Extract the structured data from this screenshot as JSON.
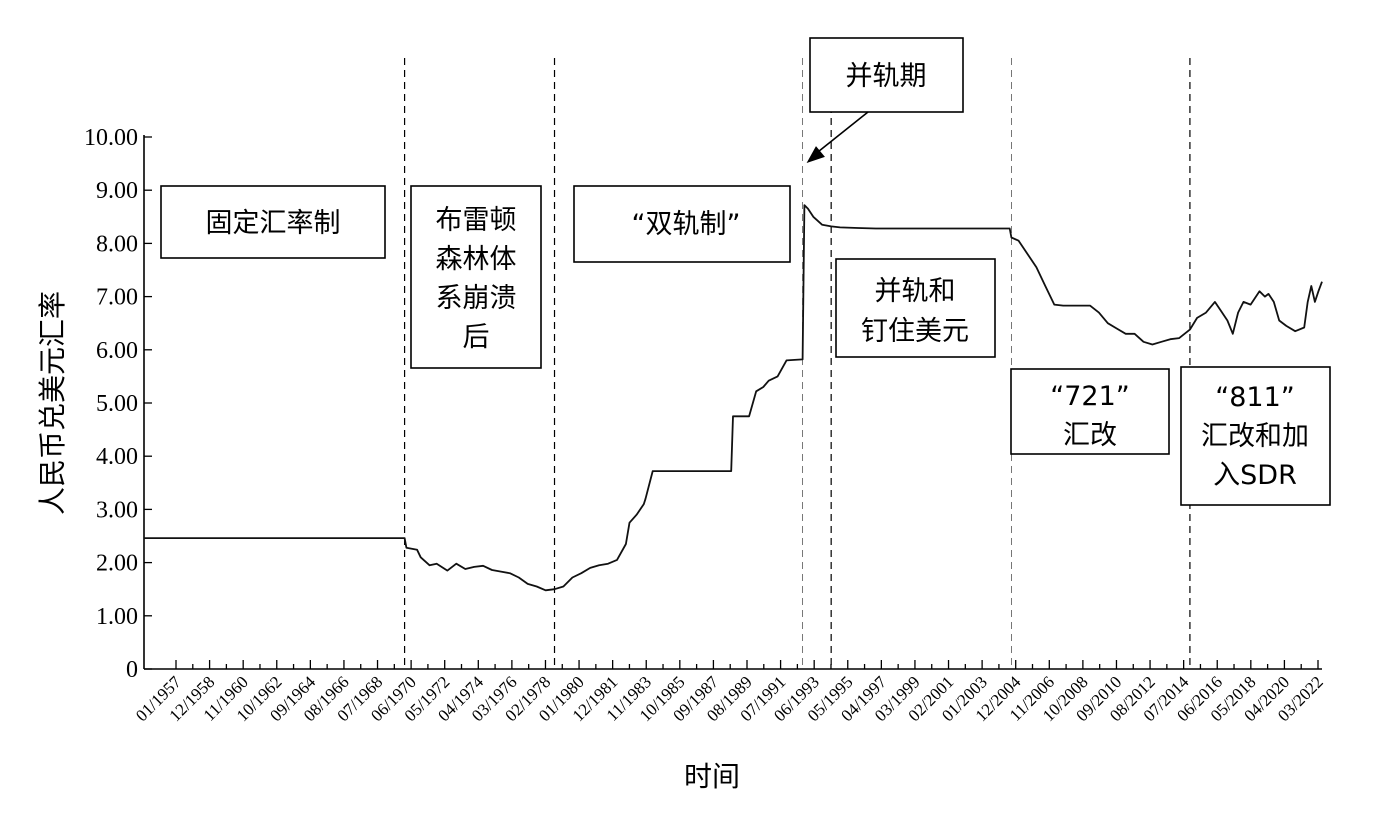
{
  "chart_data": {
    "type": "line",
    "title": "",
    "xlabel": "时间",
    "ylabel": "人民币兑美元汇率",
    "ylim": [
      0,
      10
    ],
    "xlim": [
      1957.0,
      2023.0
    ],
    "grid": false,
    "yticks": [
      {
        "value": 0,
        "label": "0"
      },
      {
        "value": 1,
        "label": "1.00"
      },
      {
        "value": 2,
        "label": "2.00"
      },
      {
        "value": 3,
        "label": "3.00"
      },
      {
        "value": 4,
        "label": "4.00"
      },
      {
        "value": 5,
        "label": "5.00"
      },
      {
        "value": 6,
        "label": "6.00"
      },
      {
        "value": 7,
        "label": "7.00"
      },
      {
        "value": 8,
        "label": "8.00"
      },
      {
        "value": 9,
        "label": "9.00"
      },
      {
        "value": 10,
        "label": "10.00"
      }
    ],
    "xticks": [
      "01/1957",
      "12/1958",
      "11/1960",
      "10/1962",
      "09/1964",
      "08/1966",
      "07/1968",
      "06/1970",
      "05/1972",
      "04/1974",
      "03/1976",
      "02/1978",
      "01/1980",
      "12/1981",
      "11/1983",
      "10/1985",
      "09/1987",
      "08/1989",
      "07/1991",
      "06/1993",
      "05/1995",
      "04/1997",
      "03/1999",
      "02/2001",
      "01/2003",
      "12/2004",
      "11/2006",
      "10/2008",
      "09/2010",
      "08/2012",
      "07/2014",
      "06/2016",
      "05/2018",
      "04/2020",
      "03/2022"
    ],
    "series": [
      {
        "x": [
          1957.0,
          1971.6,
          1971.7,
          1972.3,
          1972.5,
          1973.0,
          1973.4,
          1974.0,
          1974.5,
          1975.0,
          1975.5,
          1976.0,
          1976.5,
          1977.0,
          1977.5,
          1978.0,
          1978.5,
          1979.0,
          1979.5,
          1980.0,
          1980.5,
          1981.0,
          1981.5,
          1982.0,
          1982.5,
          1983.0,
          1983.5,
          1984.0,
          1984.2,
          1984.6,
          1985.0,
          1985.1,
          1985.5,
          1986.5,
          1987.0,
          1988.0,
          1989.0,
          1989.9,
          1990.0,
          1990.3,
          1990.6,
          1990.9,
          1991.3,
          1991.7,
          1992.0,
          1992.5,
          1993.0,
          1993.9,
          1994.0,
          1994.2,
          1994.5,
          1995.0,
          1995.5,
          1996.0,
          1997.0,
          1998.0,
          2000.0,
          2003.0,
          2005.5,
          2005.6,
          2006.0,
          2006.5,
          2007.0,
          2007.5,
          2008.0,
          2008.5,
          2009.0,
          2010.0,
          2010.5,
          2011.0,
          2011.5,
          2012.0,
          2012.5,
          2013.0,
          2013.5,
          2014.0,
          2014.5,
          2015.0,
          2015.6,
          2016.0,
          2016.5,
          2017.0,
          2017.3,
          2017.7,
          2018.0,
          2018.3,
          2018.6,
          2019.0,
          2019.5,
          2019.8,
          2020.0,
          2020.3,
          2020.6,
          2021.0,
          2021.5,
          2022.0,
          2022.2,
          2022.4,
          2022.6,
          2022.8,
          2023.0
        ],
        "y": [
          2.46,
          2.46,
          2.28,
          2.24,
          2.1,
          1.95,
          1.98,
          1.85,
          1.98,
          1.88,
          1.92,
          1.94,
          1.86,
          1.83,
          1.8,
          1.72,
          1.6,
          1.55,
          1.48,
          1.5,
          1.55,
          1.72,
          1.8,
          1.9,
          1.95,
          1.98,
          2.05,
          2.35,
          2.75,
          2.9,
          3.1,
          3.2,
          3.72,
          3.72,
          3.72,
          3.72,
          3.72,
          3.72,
          4.75,
          4.75,
          4.75,
          4.75,
          5.22,
          5.3,
          5.42,
          5.5,
          5.8,
          5.82,
          8.72,
          8.65,
          8.5,
          8.35,
          8.32,
          8.3,
          8.29,
          8.28,
          8.28,
          8.28,
          8.28,
          8.11,
          8.05,
          7.8,
          7.55,
          7.2,
          6.85,
          6.83,
          6.83,
          6.83,
          6.7,
          6.5,
          6.4,
          6.3,
          6.3,
          6.15,
          6.1,
          6.15,
          6.2,
          6.22,
          6.38,
          6.6,
          6.7,
          6.9,
          6.75,
          6.55,
          6.3,
          6.7,
          6.9,
          6.85,
          7.1,
          7.0,
          7.05,
          6.9,
          6.55,
          6.45,
          6.35,
          6.42,
          6.9,
          7.2,
          6.9,
          7.1,
          7.28
        ]
      }
    ],
    "period_lines": [
      1971.6,
      1980.0,
      1993.9,
      1995.5,
      2005.6,
      2015.6
    ],
    "annotations": [
      {
        "lines": [
          "固定汇率制"
        ]
      },
      {
        "lines": [
          "布雷顿",
          "森林体",
          "系崩溃",
          "后"
        ]
      },
      {
        "lines": [
          "“双轨制”"
        ]
      },
      {
        "lines": [
          "并轨期"
        ]
      },
      {
        "lines": [
          "并轨和",
          "钉住美元"
        ]
      },
      {
        "lines": [
          "“721”",
          "汇改"
        ]
      },
      {
        "lines": [
          "“811”",
          "汇改和加",
          "入SDR"
        ]
      }
    ]
  }
}
